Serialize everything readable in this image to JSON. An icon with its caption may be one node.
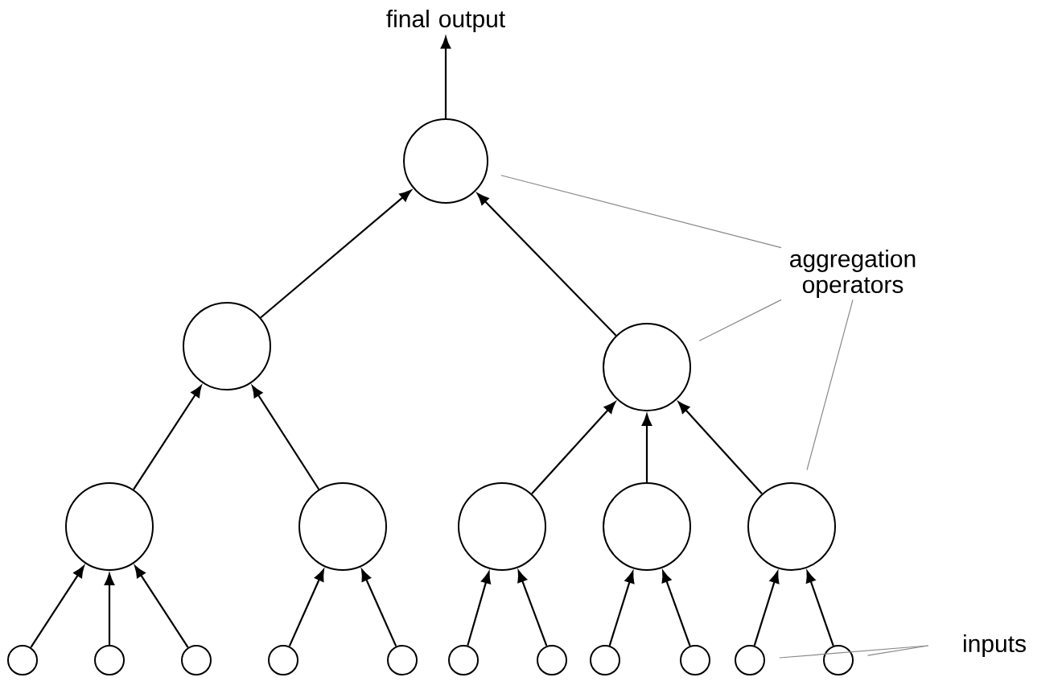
{
  "diagram": {
    "nodes": [
      {
        "text": [
          "final output"
        ]
      },
      {
        "text": [],
        "shape": "circle"
      },
      {
        "text": [],
        "shape": "circle"
      },
      {
        "text": [],
        "shape": "circle"
      },
      {
        "text": [],
        "shape": "circle"
      },
      {
        "text": [],
        "shape": "circle"
      },
      {
        "text": [],
        "shape": "circle"
      },
      {
        "text": [],
        "shape": "circle"
      },
      {
        "text": [],
        "shape": "circle"
      },
      {
        "text": [],
        "shape": "circle"
      },
      {
        "text": [],
        "shape": "circle"
      },
      {
        "text": [],
        "shape": "circle"
      },
      {
        "text": [],
        "shape": "circle"
      },
      {
        "text": [],
        "shape": "circle"
      },
      {
        "text": [],
        "shape": "circle"
      },
      {
        "text": [],
        "shape": "circle"
      },
      {
        "text": [],
        "shape": "circle"
      },
      {
        "text": [],
        "shape": "circle"
      },
      {
        "text": [],
        "shape": "circle"
      },
      {
        "text": [],
        "shape": "circle"
      },
      {
        "text": [
          "aggregation operators"
        ]
      },
      {
        "text": [
          "inputs"
        ]
      }
    ],
    "edges": [
      {
        "from": 1,
        "to": 0,
        "arrow": "to"
      },
      {
        "from": 2,
        "to": 1,
        "arrow": "to"
      },
      {
        "from": 3,
        "to": 1,
        "arrow": "to"
      },
      {
        "from": 4,
        "to": 2,
        "arrow": "to"
      },
      {
        "from": 5,
        "to": 2,
        "arrow": "to"
      },
      {
        "from": 6,
        "to": 3,
        "arrow": "to"
      },
      {
        "from": 7,
        "to": 3,
        "arrow": "to"
      },
      {
        "from": 8,
        "to": 3,
        "arrow": "to"
      },
      {
        "from": 9,
        "to": 4,
        "arrow": "to"
      },
      {
        "from": 10,
        "to": 4,
        "arrow": "to"
      },
      {
        "from": 11,
        "to": 4,
        "arrow": "to"
      },
      {
        "from": 12,
        "to": 5,
        "arrow": "to"
      },
      {
        "from": 13,
        "to": 5,
        "arrow": "to"
      },
      {
        "from": 14,
        "to": 6,
        "arrow": "to"
      },
      {
        "from": 15,
        "to": 6,
        "arrow": "to"
      },
      {
        "from": 16,
        "to": 7,
        "arrow": "to"
      },
      {
        "from": 17,
        "to": 7,
        "arrow": "to"
      },
      {
        "from": 18,
        "to": 8,
        "arrow": "to"
      },
      {
        "from": 19,
        "to": 8,
        "arrow": "to"
      },
      {
        "from": 20,
        "to": 1,
        "arrow": "none",
        "color": "#888888"
      },
      {
        "from": 20,
        "to": 3,
        "arrow": "none",
        "color": "#888888"
      },
      {
        "from": 20,
        "to": 8,
        "arrow": "none",
        "color": "#888888"
      },
      {
        "from": 21,
        "to": 18,
        "arrow": "none",
        "color": "#888888"
      },
      {
        "from": 21,
        "to": 19,
        "arrow": "none",
        "color": "#888888"
      }
    ]
  }
}
